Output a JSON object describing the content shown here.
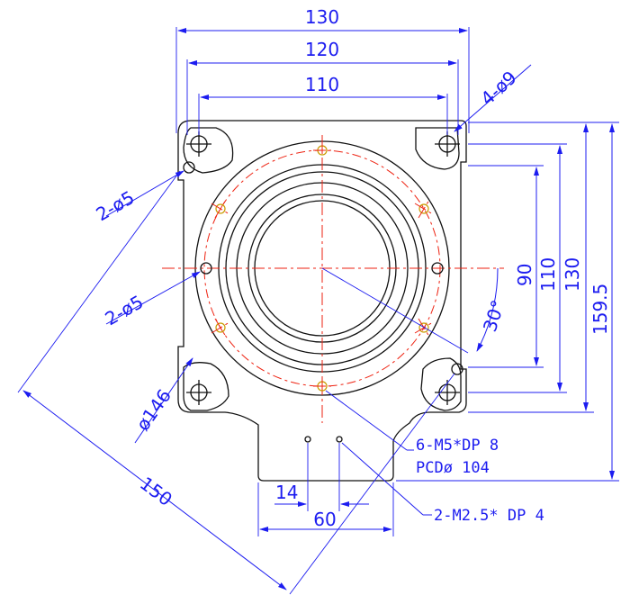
{
  "dimensions": {
    "width_130": "130",
    "width_120": "120",
    "width_110": "110",
    "holes_4": "4-ø9",
    "holes_2a": "2-ø5",
    "holes_2b": "2-ø5",
    "dia_146": "ø146",
    "diag_150": "150",
    "h_90": "90",
    "h_110": "110",
    "h_130": "130",
    "h_159": "159.5",
    "angle_30": "30°",
    "bottom_14": "14",
    "bottom_60": "60"
  },
  "notes": {
    "tapped_holes": "6-M5*DP 8",
    "pcd": "PCDø 104",
    "small_tapped": "2-M2.5* DP 4"
  },
  "colors": {
    "dimension": "#1c1cf0",
    "outline": "#111111",
    "centerline": "#ee2211",
    "thread": "#c89b00"
  }
}
